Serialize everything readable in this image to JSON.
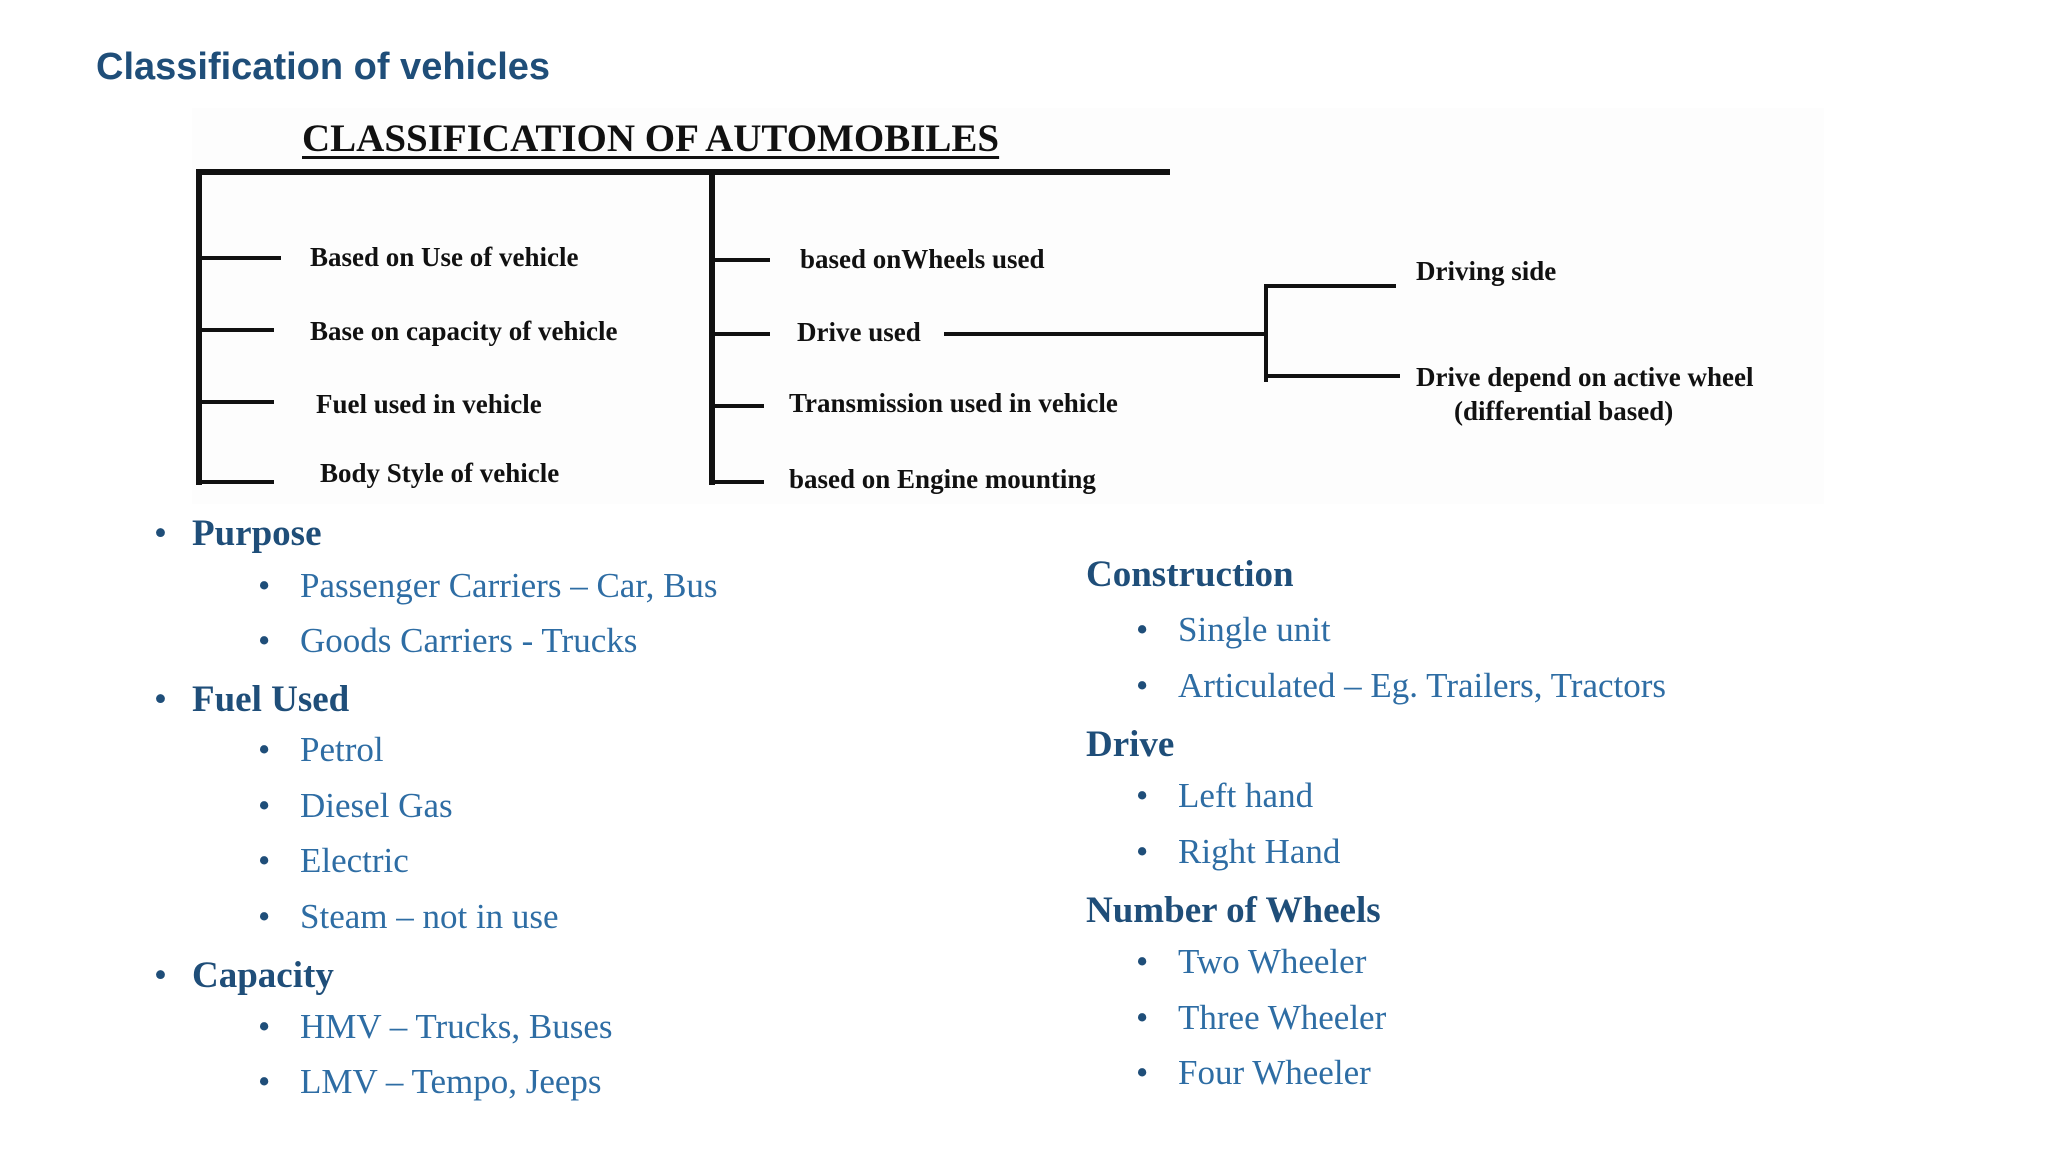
{
  "slide": {
    "title": "Classification of vehicles"
  },
  "diagram": {
    "heading": "CLASSIFICATION OF AUTOMOBILES",
    "left_branch": [
      "Based on Use of vehicle",
      "Base on capacity of vehicle",
      "Fuel used in vehicle",
      "Body Style of vehicle"
    ],
    "middle_branch": [
      "based onWheels used",
      "Drive used",
      "Transmission used in vehicle",
      "based on Engine mounting"
    ],
    "drive_sub": {
      "driving_side": "Driving side",
      "active_wheel_line1": "Drive depend on active wheel",
      "active_wheel_line2": "(differential based)"
    }
  },
  "left_list": [
    {
      "heading": "Purpose",
      "items": [
        "Passenger Carriers – Car, Bus",
        "Goods Carriers - Trucks"
      ]
    },
    {
      "heading": "Fuel Used",
      "items": [
        "Petrol",
        "Diesel Gas",
        "Electric",
        "Steam – not in use"
      ]
    },
    {
      "heading": "Capacity",
      "items": [
        "HMV – Trucks, Buses",
        "LMV – Tempo, Jeeps"
      ]
    }
  ],
  "right_list": [
    {
      "heading": "Construction",
      "items": [
        "Single unit",
        "Articulated – Eg. Trailers, Tractors"
      ]
    },
    {
      "heading": "Drive",
      "items": [
        "Left hand",
        "Right Hand"
      ]
    },
    {
      "heading": "Number of Wheels",
      "items": [
        "Two Wheeler",
        "Three Wheeler",
        "Four Wheeler"
      ]
    }
  ],
  "colors": {
    "title": "#1f4e79",
    "bullet_heading": "#1f4e79",
    "bullet_item": "#2e6da4",
    "diagram_ink": "#111111"
  }
}
